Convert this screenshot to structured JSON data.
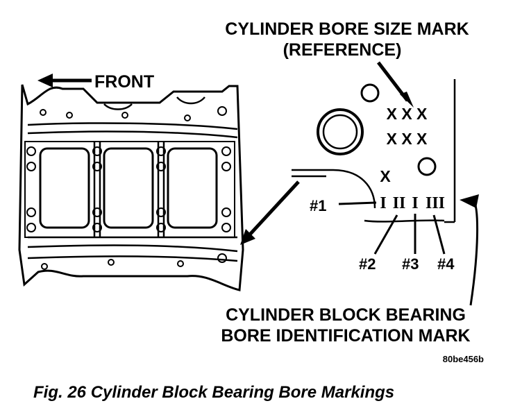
{
  "labels": {
    "bore_size_line1": "CYLINDER BORE SIZE MARK",
    "bore_size_line2": "(REFERENCE)",
    "front": "FRONT",
    "block_bearing_line1": "CYLINDER BLOCK BEARING",
    "block_bearing_line2": "BORE IDENTIFICATION MARK",
    "ref_code": "80be456b",
    "caption": "Fig. 26 Cylinder Block Bearing Bore Markings"
  },
  "size_marks": {
    "row1": "X X X",
    "row2": "X X X",
    "single": "X"
  },
  "bearing_marks": {
    "m1": "I",
    "m2": "II",
    "m3": "I",
    "m4": "III"
  },
  "callouts": {
    "n1": "#1",
    "n2": "#2",
    "n3": "#3",
    "n4": "#4"
  },
  "colors": {
    "ink": "#000000",
    "paper": "#ffffff"
  }
}
